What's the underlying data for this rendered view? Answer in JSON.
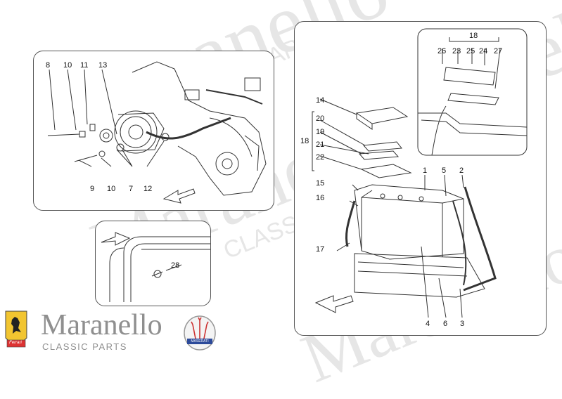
{
  "brand": {
    "name": "Maranello",
    "tagline": "CLASSIC PARTS",
    "badge_text": "Ferrari",
    "emblem_text": "MASERATI"
  },
  "watermark": {
    "text_large": "Maranello",
    "text_small": "CLASSIC PARTS"
  },
  "colors": {
    "line": "#333333",
    "label": "#111111",
    "brand_gray": "#8f8f8f",
    "ferrari_yellow": "#f2c530",
    "maserati_blue": "#2c4a9a"
  },
  "callouts": {
    "alternator": [
      "8",
      "10",
      "11",
      "13",
      "9",
      "10",
      "7",
      "12"
    ],
    "detail": [
      "28"
    ],
    "battery": [
      "18",
      "26",
      "23",
      "25",
      "24",
      "27",
      "14",
      "20",
      "19",
      "21",
      "22",
      "18",
      "1",
      "5",
      "2",
      "15",
      "16",
      "17",
      "4",
      "6",
      "3"
    ]
  }
}
